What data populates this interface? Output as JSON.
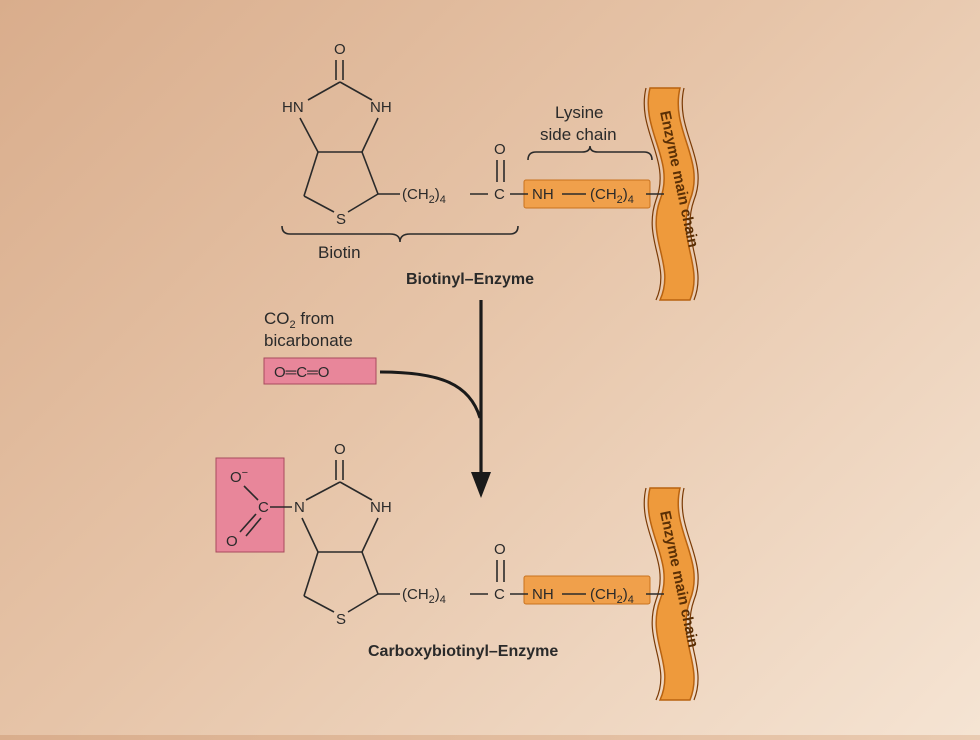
{
  "title": "",
  "top": {
    "atoms": {
      "carbonyl_o": "O",
      "hn_left": "HN",
      "nh_right": "NH",
      "sulfur": "S",
      "amide_o": "O",
      "amide_c": "C"
    },
    "chain": {
      "group": "(CH",
      "sub": "2",
      "close": ")",
      "count": "4",
      "dash": "—"
    },
    "lysine_nh": "NH",
    "lysine_chain": {
      "group": "(CH",
      "sub": "2",
      "close": ")",
      "count": "4"
    },
    "lysine_label": {
      "line1": "Lysine",
      "line2": "side chain"
    },
    "biotin_label": "Biotin",
    "compound_name": "Biotinyl–Enzyme",
    "enzyme_label": "Enzyme main chain",
    "lysine_color": "#f0a04b"
  },
  "co2": {
    "label_line1": "CO",
    "label_sub": "2",
    "label_line1_rest": " from",
    "label_line2": "bicarbonate",
    "formula": "O═C═O",
    "box_color": "#e8869a"
  },
  "bottom": {
    "atoms": {
      "carbonyl_o": "O",
      "n_left": "N",
      "nh_right": "NH",
      "sulfur": "S",
      "amide_o": "O",
      "amide_c": "C",
      "carboxyl_o_minus": "O",
      "minus": "−",
      "carboxyl_c": "C",
      "carboxyl_o": "O"
    },
    "chain": {
      "group": "(CH",
      "sub": "2",
      "close": ")",
      "count": "4"
    },
    "lysine_nh": "NH",
    "lysine_chain": {
      "group": "(CH",
      "sub": "2",
      "close": ")",
      "count": "4"
    },
    "compound_name": "Carboxybiotinyl–Enzyme",
    "enzyme_label": "Enzyme main chain",
    "carboxyl_box_color": "#e8869a"
  },
  "colors": {
    "background_start": "#d9ad8c",
    "background_end": "#f5e4d3",
    "enzyme_ribbon": "#ee9a3c",
    "enzyme_ribbon_dark": "#b8620f"
  }
}
